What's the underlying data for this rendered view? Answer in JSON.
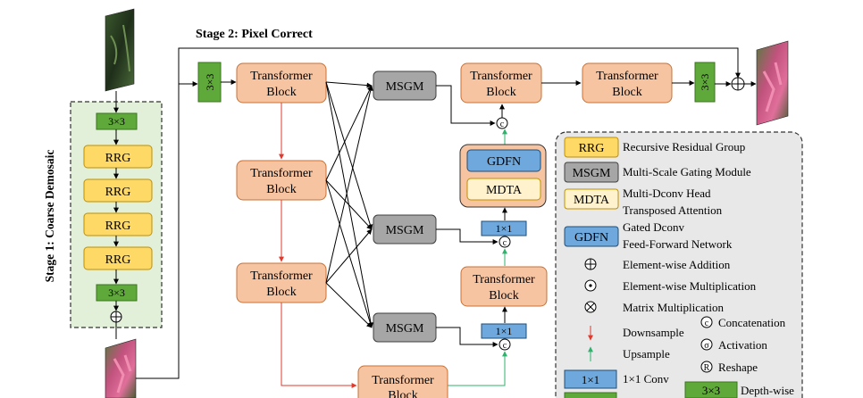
{
  "stage1": {
    "title": "Stage 1: Coarse Demosaic"
  },
  "stage2": {
    "title": "Stage 2: Pixel Correct"
  },
  "blocks": {
    "conv3x3": "3×3",
    "rrg": "RRG",
    "transformer_line1": "Transformer",
    "transformer_line2": "Block",
    "msgm": "MSGM",
    "gdfn": "GDFN",
    "mdta": "MDTA",
    "conv1x1": "1×1"
  },
  "symbols": {
    "concat": "c",
    "activation": "σ",
    "reshape": "R"
  },
  "legend": {
    "rrg": {
      "key": "RRG",
      "desc": "Recursive Residual Group"
    },
    "msgm": {
      "key": "MSGM",
      "desc": "Multi-Scale Gating Module"
    },
    "mdta": {
      "key": "MDTA",
      "desc_line1": "Multi-Dconv Head",
      "desc_line2": "Transposed Attention"
    },
    "gdfn": {
      "key": "GDFN",
      "desc_line1": "Gated Dconv",
      "desc_line2": "Feed-Forward Network"
    },
    "addition": "Element-wise Addition",
    "multiplication": "Element-wise Multiplication",
    "matrix_mult": "Matrix Multiplication",
    "concatenation": "Concatenation",
    "downsample": "Downsample",
    "activation": "Activation",
    "upsample": "Upsample",
    "reshape": "Reshape",
    "conv1x1": {
      "key": "1×1",
      "desc": "1×1 Conv"
    },
    "depthwise": {
      "key": "3×3",
      "desc": "Depth-wise"
    }
  },
  "colors": {
    "transformer_fill": "#f7c4a2",
    "transformer_stroke": "#c87137",
    "rrg_fill": "#ffd966",
    "rrg_stroke": "#bf9000",
    "conv_fill": "#5fa83a",
    "conv_stroke": "#38761d",
    "msgm_fill": "#a6a6a6",
    "msgm_stroke": "#404040",
    "blue_fill": "#6fa8dc",
    "blue_stroke": "#1f4e79",
    "mdta_fill": "#fff2cc",
    "stage1_bg": "#e2efd9",
    "legend_bg": "#e8e8e8",
    "down_arrow": "#e03a2f",
    "up_arrow": "#2db36b"
  }
}
